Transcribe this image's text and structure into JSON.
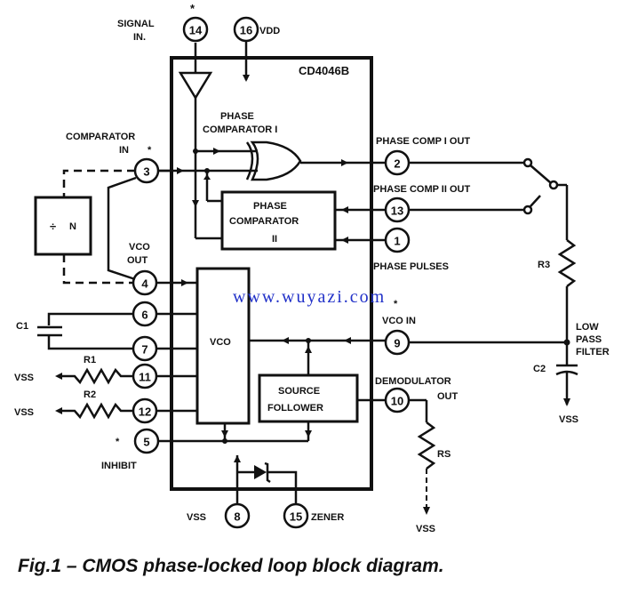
{
  "chip": {
    "part_number": "CD4046B"
  },
  "pins": {
    "p14": {
      "number": "14",
      "label_line1": "SIGNAL",
      "label_line2": "IN.",
      "mark": "*"
    },
    "p16": {
      "number": "16",
      "label": "VDD"
    },
    "p3": {
      "number": "3",
      "label_line1": "COMPARATOR",
      "label_line2": "IN",
      "mark": "*"
    },
    "p4": {
      "number": "4",
      "label_line1": "VCO",
      "label_line2": "OUT"
    },
    "p2": {
      "number": "2",
      "label": "PHASE COMP I OUT"
    },
    "p13": {
      "number": "13",
      "label": "PHASE COMP II OUT"
    },
    "p1": {
      "number": "1",
      "label": "PHASE PULSES"
    },
    "p6": {
      "number": "6"
    },
    "p7": {
      "number": "7"
    },
    "p11": {
      "number": "11"
    },
    "p12": {
      "number": "12"
    },
    "p5": {
      "number": "5",
      "label": "INHIBIT",
      "mark": "*"
    },
    "p9": {
      "number": "9",
      "label": "VCO IN",
      "mark": "*"
    },
    "p10": {
      "number": "10",
      "label_line1": "DEMODULATOR",
      "label_line2": "OUT"
    },
    "p8": {
      "number": "8",
      "label": "VSS"
    },
    "p15": {
      "number": "15",
      "label": "ZENER"
    }
  },
  "blocks": {
    "phase_comp_1": {
      "line1": "PHASE",
      "line2": "COMPARATOR I"
    },
    "phase_comp_2": {
      "line1": "PHASE",
      "line2": "COMPARATOR",
      "line3": "II"
    },
    "vco": {
      "label": "VCO"
    },
    "source_follower": {
      "line1": "SOURCE",
      "line2": "FOLLOWER"
    },
    "divider": {
      "symbol": "÷",
      "label": "N"
    }
  },
  "components": {
    "c1": "C1",
    "r1": "R1",
    "r2": "R2",
    "r3": "R3",
    "c2": "C2",
    "rs": "RS",
    "vss_r1": "VSS",
    "vss_r2": "VSS",
    "vss_c2": "VSS",
    "vss_rs": "VSS"
  },
  "filter": {
    "line1": "LOW",
    "line2": "PASS",
    "line3": "FILTER"
  },
  "watermark": "www.wuyazi.com",
  "caption": "Fig.1 – CMOS phase-locked loop block diagram."
}
